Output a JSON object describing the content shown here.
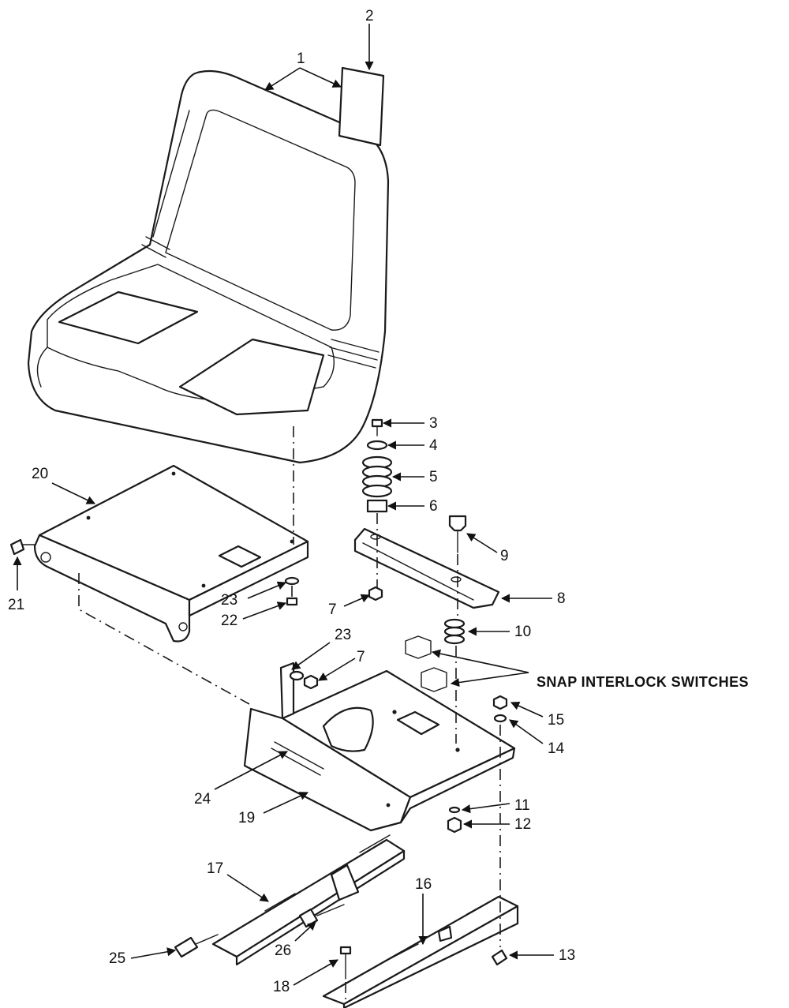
{
  "colors": {
    "ink": "#1a1a1a",
    "paper": "#ffffff"
  },
  "callouts": {
    "c1": "1",
    "c2": "2",
    "c3": "3",
    "c4": "4",
    "c5": "5",
    "c6": "6",
    "c7a": "7",
    "c7b": "7",
    "c8": "8",
    "c9": "9",
    "c10": "10",
    "c11": "11",
    "c12": "12",
    "c13": "13",
    "c14": "14",
    "c15": "15",
    "c16": "16",
    "c17": "17",
    "c18": "18",
    "c19": "19",
    "c20": "20",
    "c21": "21",
    "c22": "22",
    "c23a": "23",
    "c23b": "23",
    "c24": "24",
    "c25": "25",
    "c26": "26"
  },
  "annotation": {
    "switches_label": "SNAP INTERLOCK SWITCHES"
  }
}
